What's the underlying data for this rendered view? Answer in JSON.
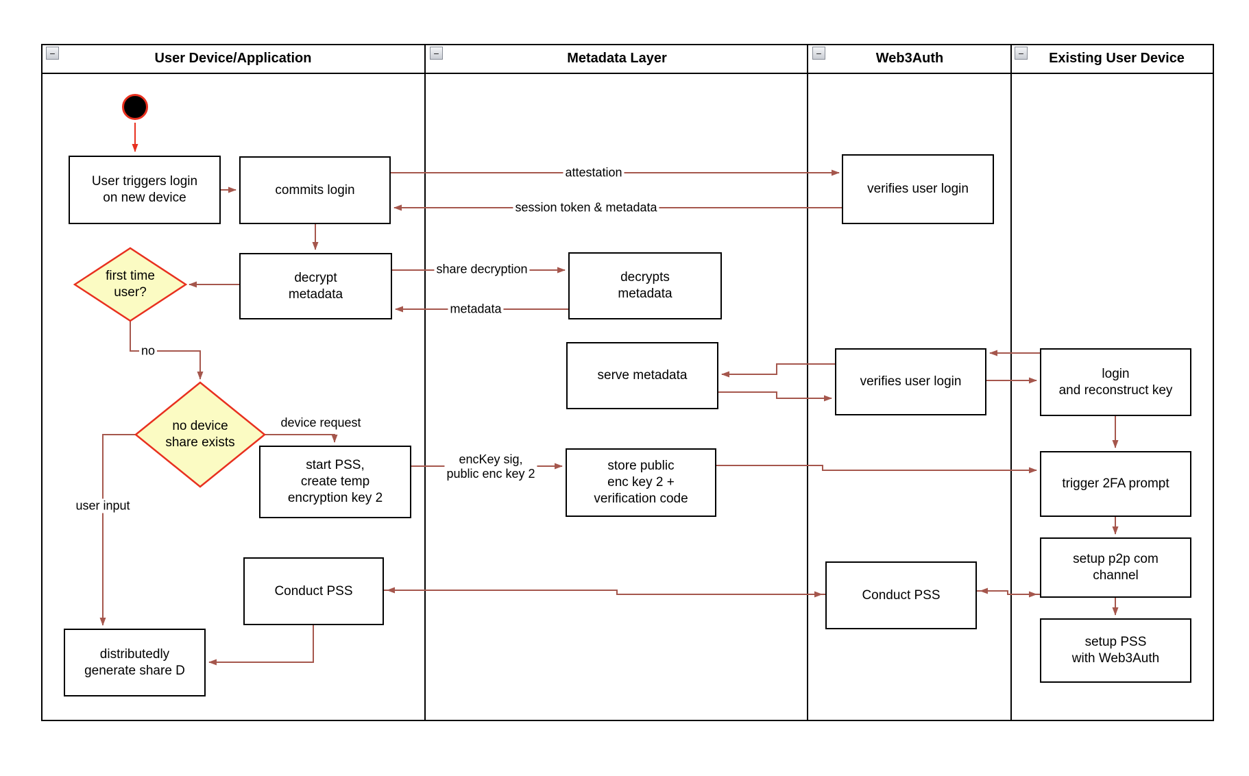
{
  "lanes": [
    {
      "title": "User Device/Application"
    },
    {
      "title": "Metadata Layer"
    },
    {
      "title": "Web3Auth"
    },
    {
      "title": "Existing User Device"
    }
  ],
  "collapse_glyph": "−",
  "nodes": {
    "user_triggers": {
      "label": "User triggers login\non new device"
    },
    "commits_login": {
      "label": "commits login"
    },
    "decrypt_metadata": {
      "label": "decrypt\nmetadata"
    },
    "start_pss": {
      "label": "start PSS,\ncreate temp\nencryption key 2"
    },
    "conduct_pss_user": {
      "label": "Conduct PSS"
    },
    "generate_share": {
      "label": "distributedly\ngenerate share D"
    },
    "decrypts_metadata": {
      "label": "decrypts\nmetadata"
    },
    "serve_metadata": {
      "label": "serve metadata"
    },
    "store_public": {
      "label": "store public\nenc key 2 +\nverification code"
    },
    "verifies_login_1": {
      "label": "verifies user login"
    },
    "verifies_login_2": {
      "label": "verifies user login"
    },
    "conduct_pss_web3": {
      "label": "Conduct PSS"
    },
    "login_reconstruct": {
      "label": "login\nand reconstruct key"
    },
    "trigger_2fa": {
      "label": "trigger 2FA prompt"
    },
    "setup_p2p": {
      "label": "setup p2p com\nchannel"
    },
    "setup_pss": {
      "label": "setup PSS\nwith Web3Auth"
    }
  },
  "decisions": {
    "first_time": {
      "label": "first time\nuser?"
    },
    "no_device_share": {
      "label": "no device\nshare exists"
    }
  },
  "edge_labels": {
    "attestation": "attestation",
    "session_token": "session token & metadata",
    "share_decryption": "share decryption",
    "metadata": "metadata",
    "no": "no",
    "device_request": "device request",
    "enckey": "encKey sig,\npublic enc key 2",
    "user_input": "user input"
  },
  "colors": {
    "arrow": "#a5564c",
    "start_accent": "#e8301f",
    "decision_fill": "#fbfbc3",
    "node_border": "#000000"
  }
}
